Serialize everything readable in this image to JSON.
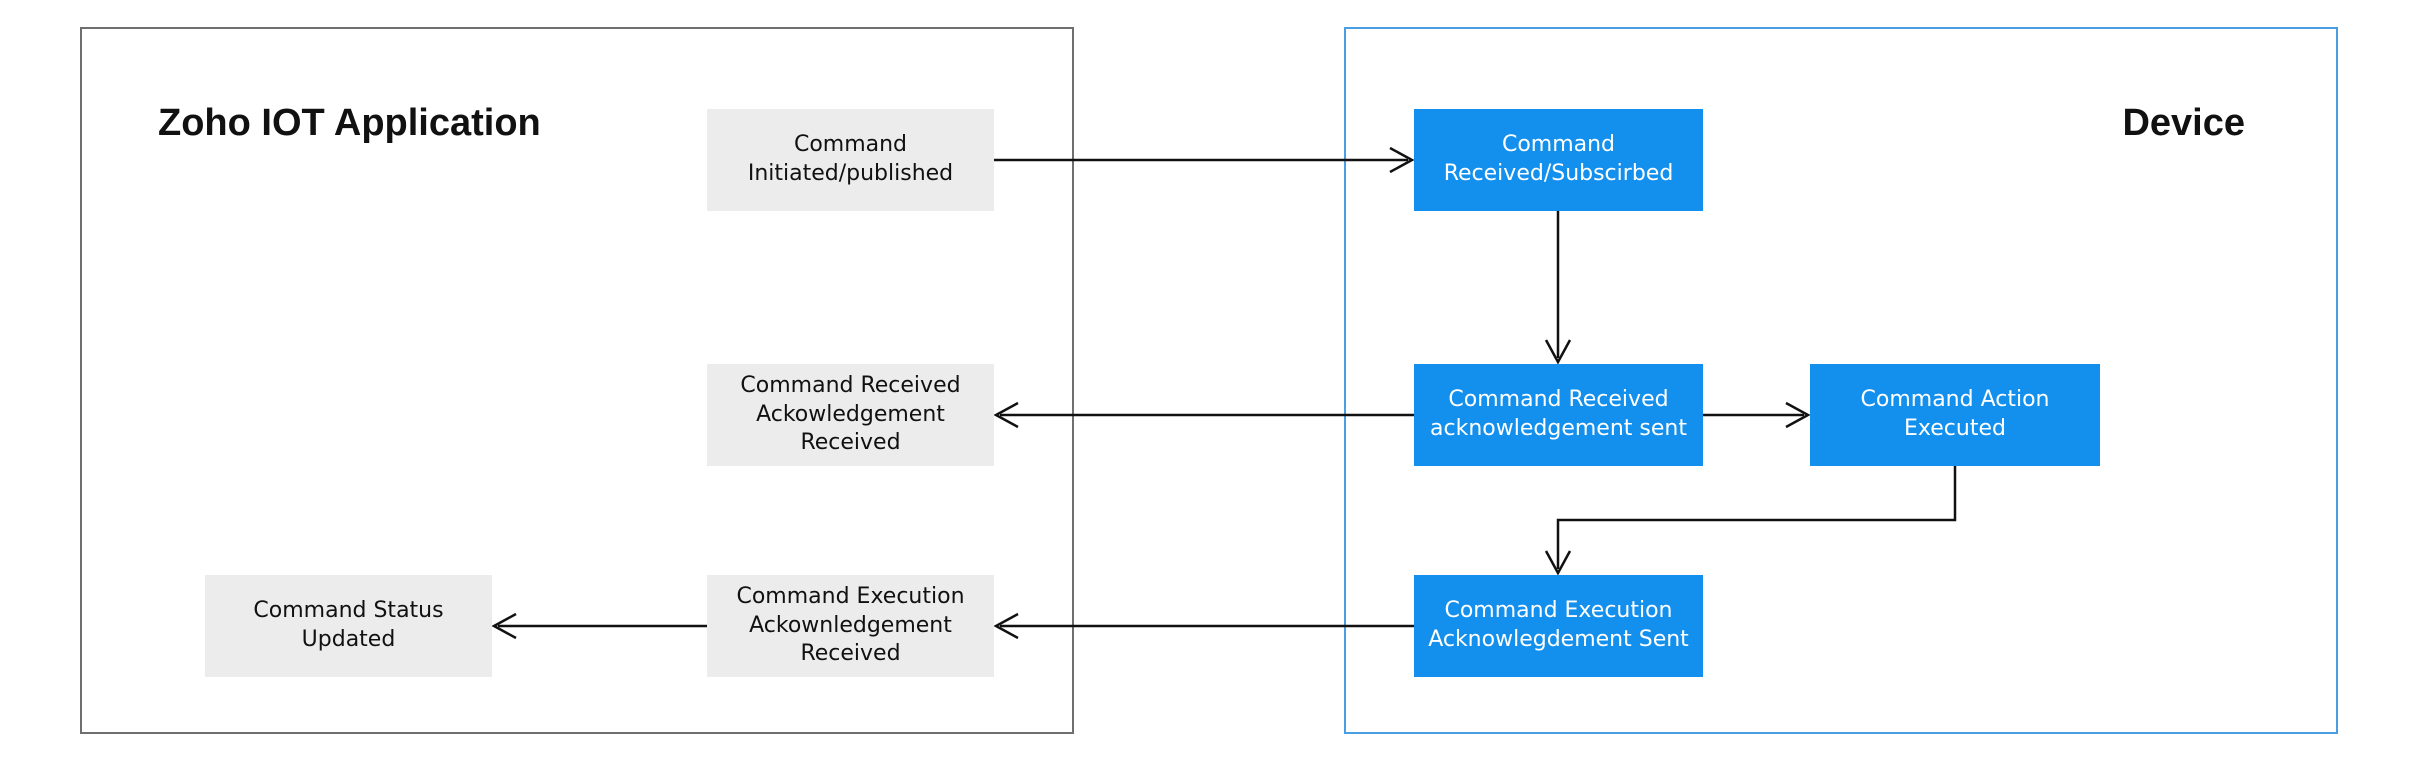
{
  "panels": {
    "app": {
      "title": "Zoho IOT Application"
    },
    "device": {
      "title": "Device"
    }
  },
  "nodes": {
    "app_initiated": "Command\nInitiated/published",
    "app_received_ack": "Command Received\nAckowledgement\nReceived",
    "app_execution_ack": "Command Execution\nAckownledgement\nReceived",
    "app_status": "Command Status\nUpdated",
    "dev_received": "Command\nReceived/Subscirbed",
    "dev_ack_sent": "Command Received\nacknowledgement sent",
    "dev_action": "Command Action\nExecuted",
    "dev_execution_sent": "Command Execution\nAcknowlegdement Sent"
  },
  "colors": {
    "app_panel_border": "#6f6f6f",
    "device_panel_border": "#4a9fe4",
    "app_node_fill": "#ececec",
    "device_node_fill": "#1390ee",
    "device_node_text": "#ffffff",
    "edge": "#111111"
  },
  "edges": [
    {
      "from": "app_initiated",
      "to": "dev_received"
    },
    {
      "from": "dev_received",
      "to": "dev_ack_sent"
    },
    {
      "from": "dev_ack_sent",
      "to": "app_received_ack"
    },
    {
      "from": "dev_ack_sent",
      "to": "dev_action"
    },
    {
      "from": "dev_action",
      "to": "dev_execution_sent"
    },
    {
      "from": "dev_execution_sent",
      "to": "app_execution_ack"
    },
    {
      "from": "app_execution_ack",
      "to": "app_status"
    }
  ]
}
